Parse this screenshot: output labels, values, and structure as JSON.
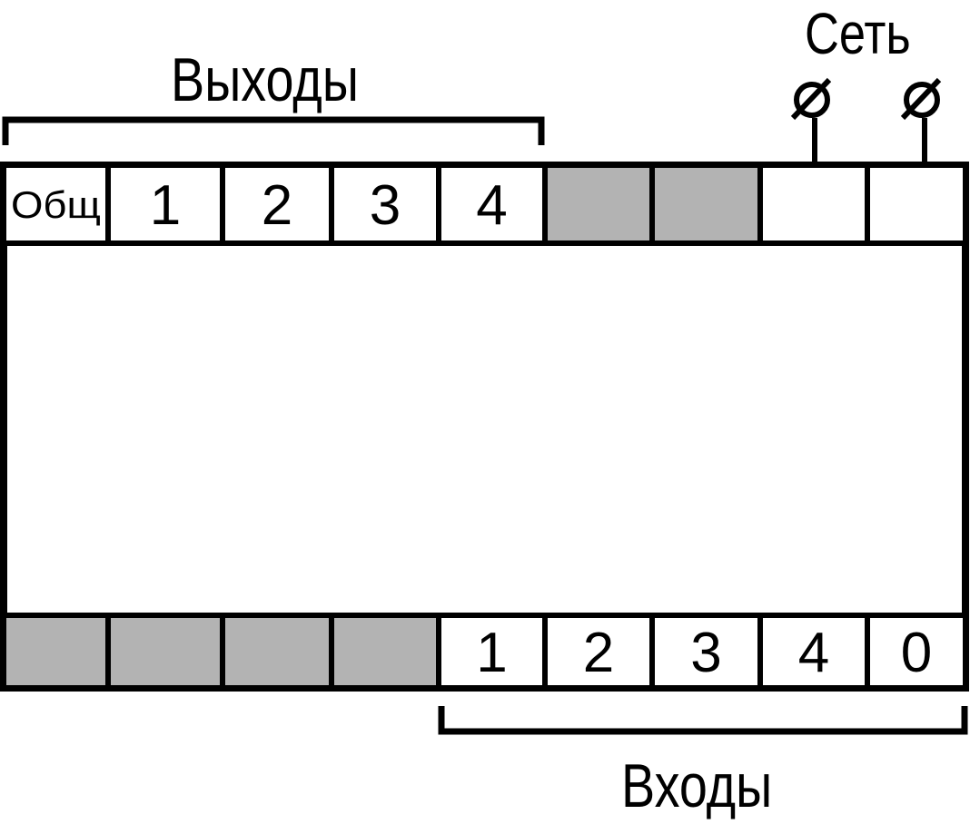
{
  "labels": {
    "outputs": "Выходы",
    "inputs": "Входы",
    "power": "Сеть"
  },
  "top_terminals": [
    {
      "label": "Общ",
      "filled": false
    },
    {
      "label": "1",
      "filled": false
    },
    {
      "label": "2",
      "filled": false
    },
    {
      "label": "3",
      "filled": false
    },
    {
      "label": "4",
      "filled": false
    },
    {
      "label": "",
      "filled": true
    },
    {
      "label": "",
      "filled": true
    },
    {
      "label": "",
      "filled": false
    },
    {
      "label": "",
      "filled": false
    }
  ],
  "bottom_terminals": [
    {
      "label": "",
      "filled": true
    },
    {
      "label": "",
      "filled": true
    },
    {
      "label": "",
      "filled": true
    },
    {
      "label": "",
      "filled": true
    },
    {
      "label": "1",
      "filled": false
    },
    {
      "label": "2",
      "filled": false
    },
    {
      "label": "3",
      "filled": false
    },
    {
      "label": "4",
      "filled": false
    },
    {
      "label": "0",
      "filled": false
    }
  ],
  "colors": {
    "line": "#000000",
    "fill_gray": "#b3b3b3",
    "background": "#ffffff"
  }
}
